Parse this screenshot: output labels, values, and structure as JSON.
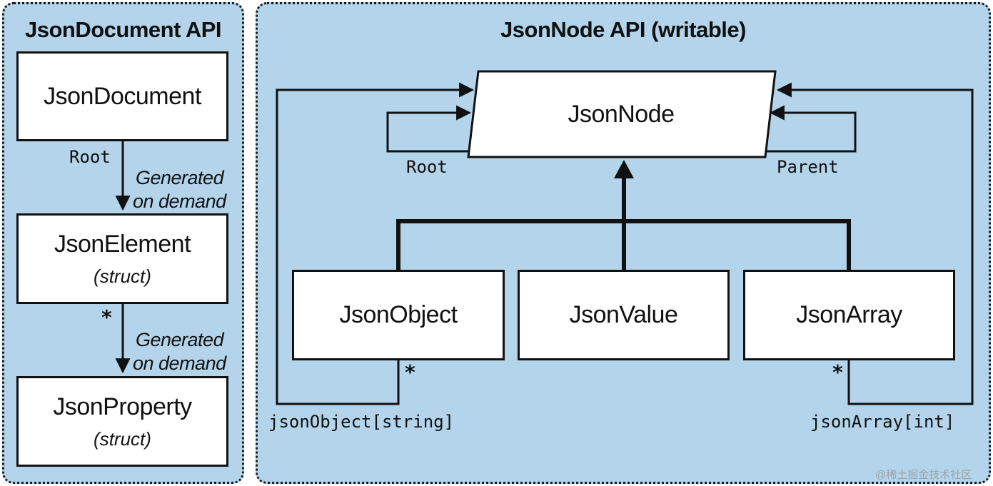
{
  "left_panel": {
    "title": "JsonDocument API",
    "document_box": "JsonDocument",
    "root_label": "Root",
    "edge1_label_line1": "Generated",
    "edge1_label_line2": "on demand",
    "element_box": "JsonElement",
    "element_sub": "(struct)",
    "star": "*",
    "edge2_label_line1": "Generated",
    "edge2_label_line2": "on demand",
    "property_box": "JsonProperty",
    "property_sub": "(struct)"
  },
  "right_panel": {
    "title": "JsonNode API (writable)",
    "node_box": "JsonNode",
    "root_label": "Root",
    "parent_label": "Parent",
    "object_box": "JsonObject",
    "value_box": "JsonValue",
    "array_box": "JsonArray",
    "object_star": "*",
    "array_star": "*",
    "object_indexer": "jsonObject[string]",
    "array_indexer": "jsonArray[int]"
  },
  "watermark": "@稀土掘金技术社区"
}
